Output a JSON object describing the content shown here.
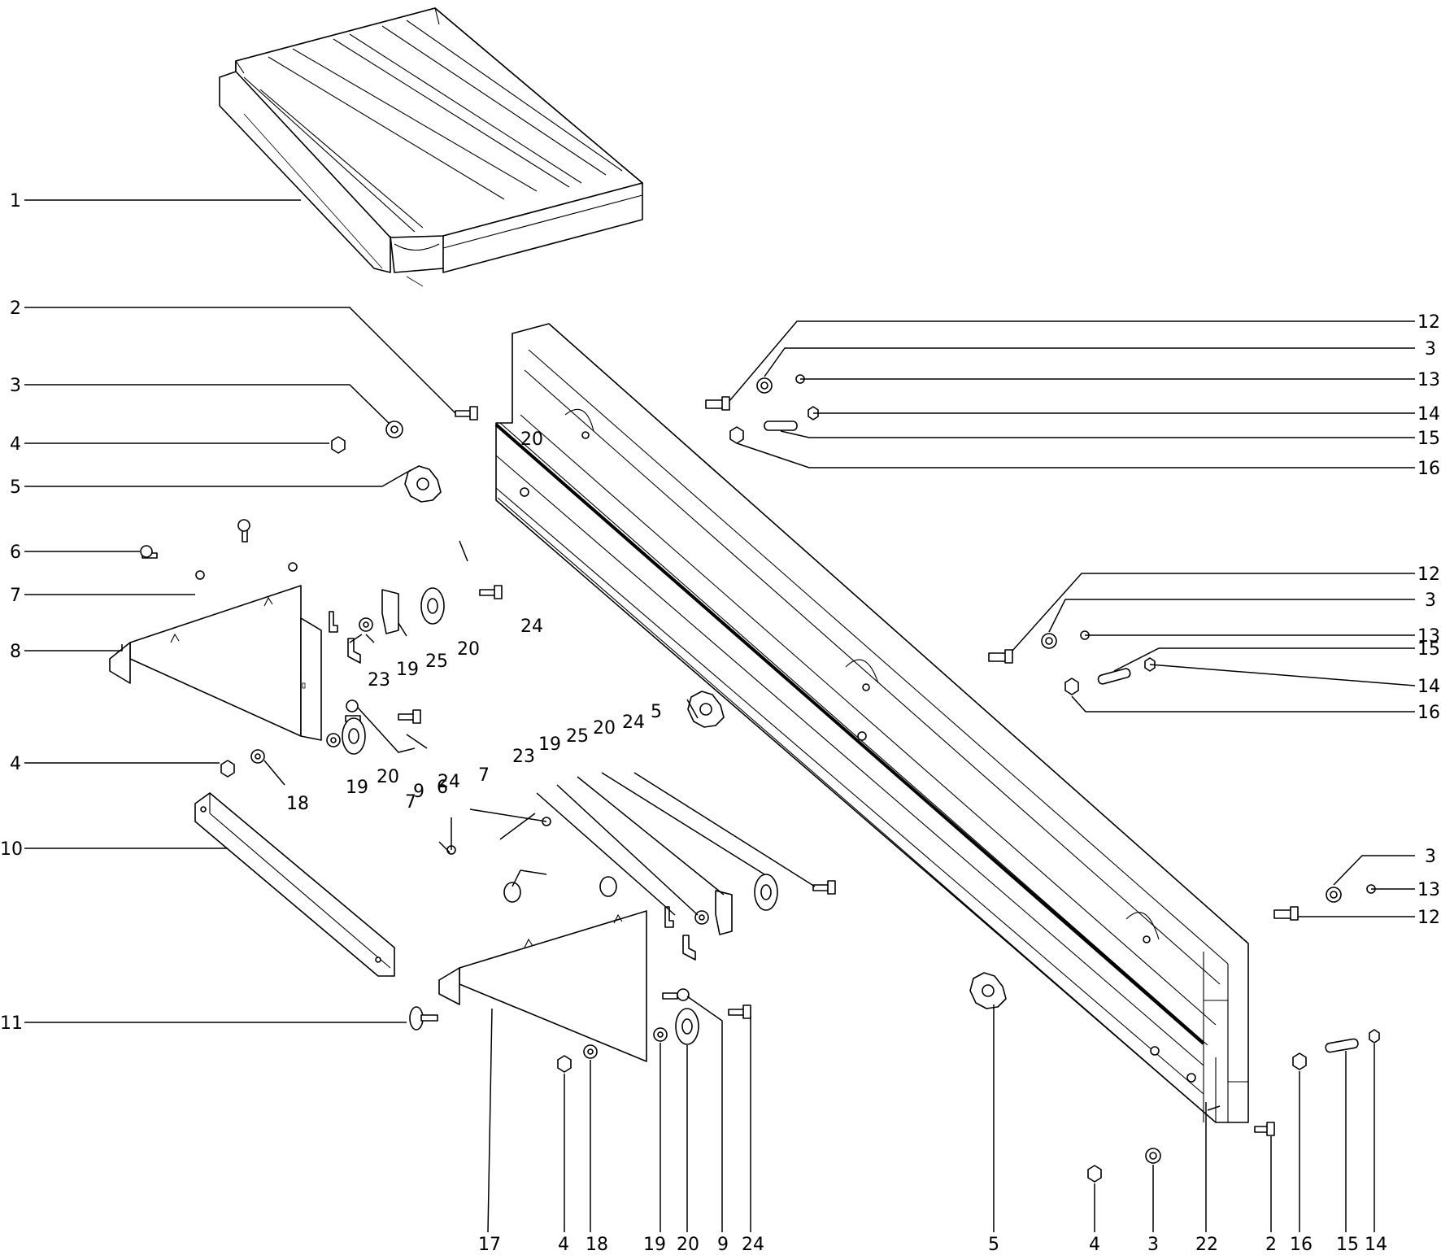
{
  "labels": {
    "n1": "1",
    "n2": "2",
    "n3": "3",
    "n4": "4",
    "n5": "5",
    "n6": "6",
    "n7": "7",
    "n8": "8",
    "n9": "9",
    "n10": "10",
    "n11": "11",
    "n12": "12",
    "n13": "13",
    "n14": "14",
    "n15": "15",
    "n16": "16",
    "n17": "17",
    "n18": "18",
    "n19": "19",
    "n20": "20",
    "n22": "22",
    "n23": "23",
    "n24": "24",
    "n25": "25"
  }
}
